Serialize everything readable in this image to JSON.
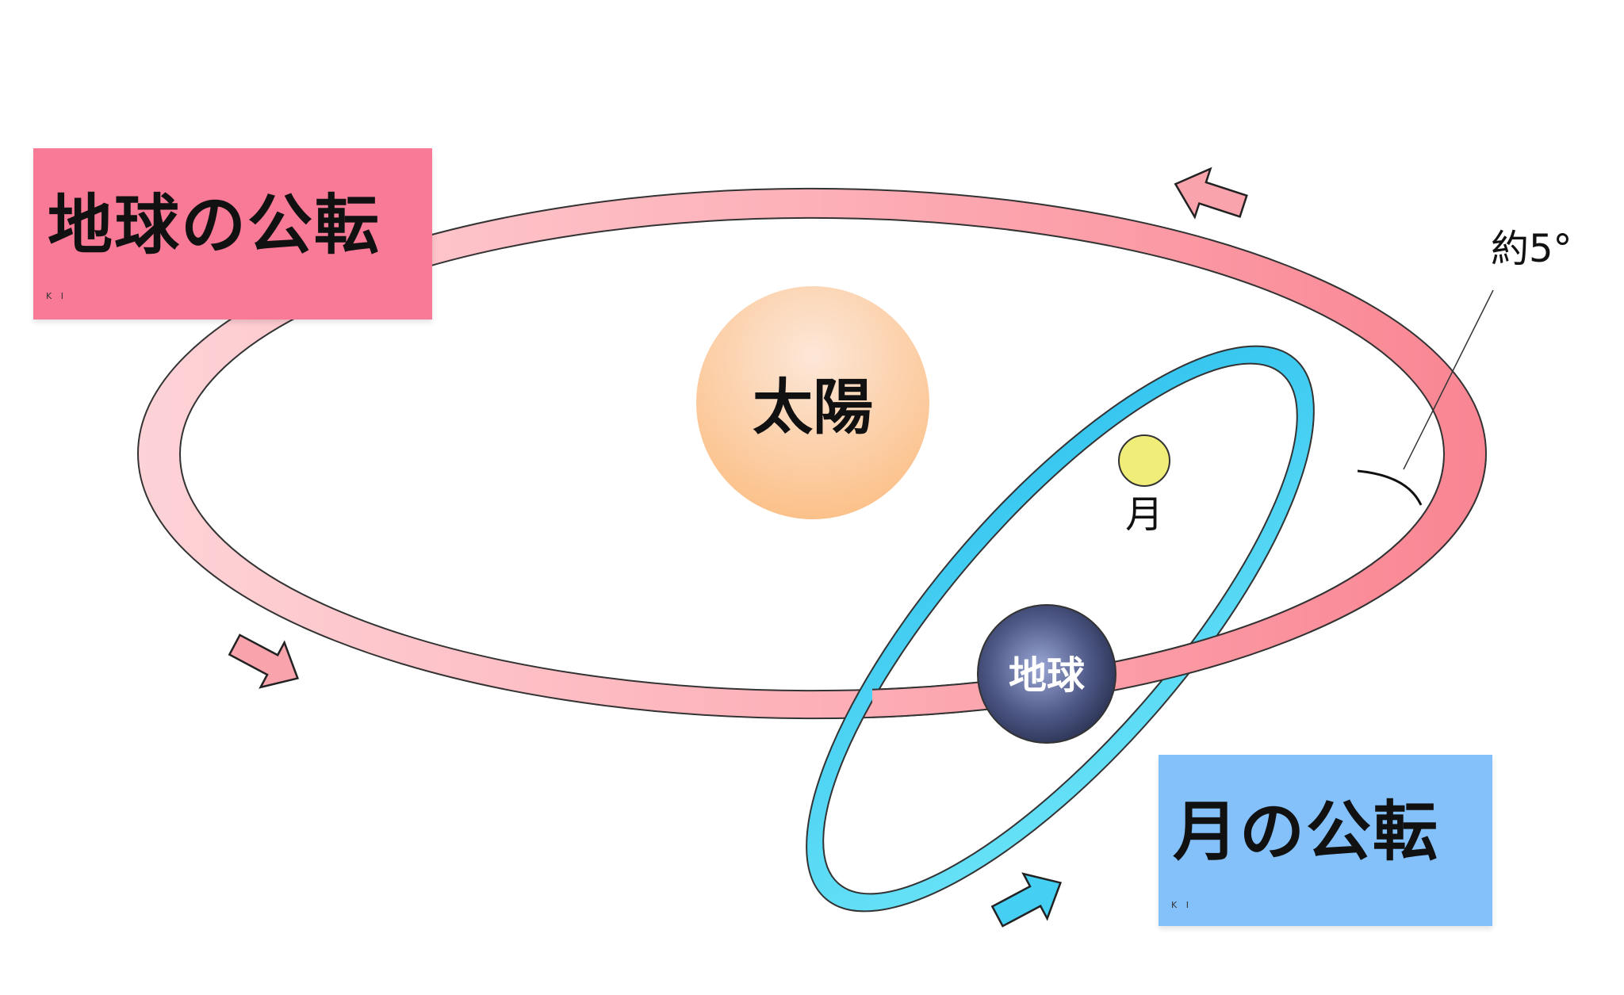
{
  "labels": {
    "earth_orbit_title": "地球の公転",
    "moon_orbit_title": "月の公転",
    "signature": "K I",
    "sun": "太陽",
    "earth": "地球",
    "moon": "月",
    "angle": "約5°"
  },
  "colors": {
    "earth_orbit_box": "#f97a96",
    "moon_orbit_box": "#84c1fa",
    "earth_orbit_ring": "#fdaab5",
    "moon_orbit_ring": "#41cdf3",
    "sun": "#fbc89c",
    "earth": "#4a5580",
    "moon": "#f0ee78"
  }
}
